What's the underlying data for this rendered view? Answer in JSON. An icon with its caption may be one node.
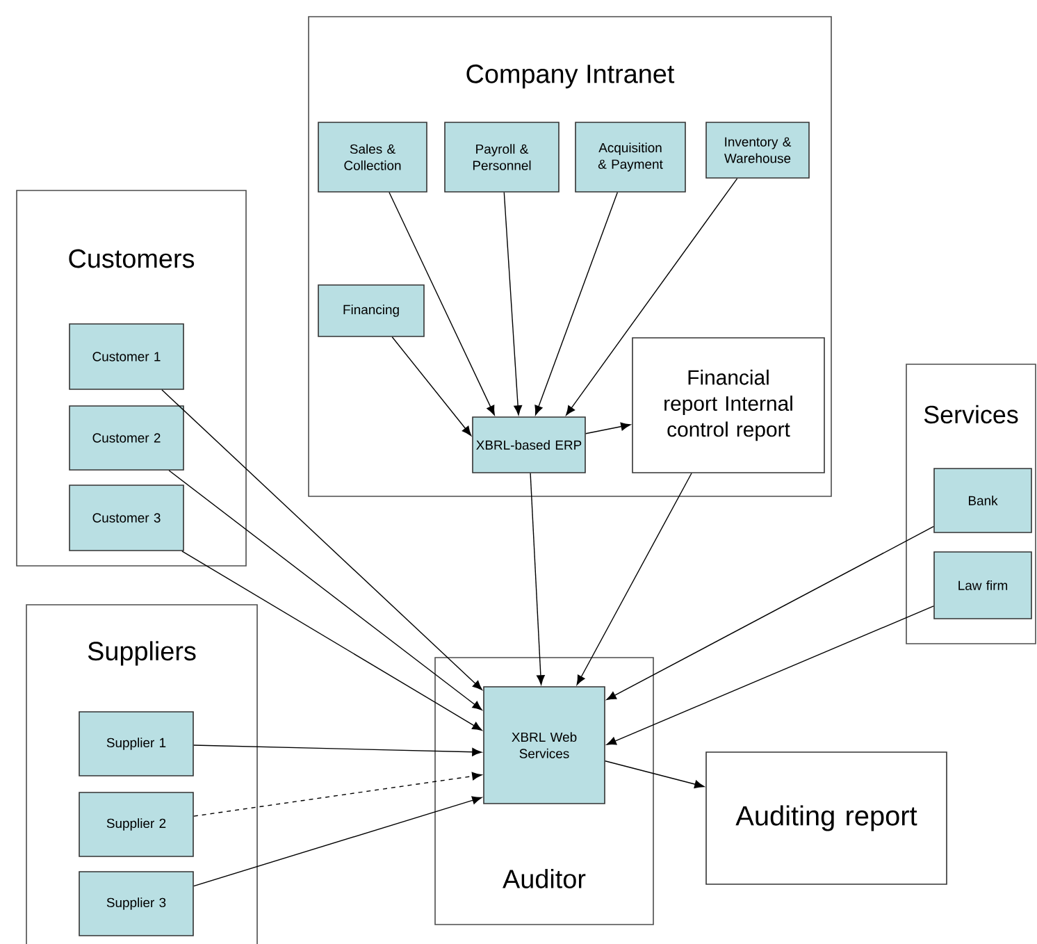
{
  "diagram": {
    "nodes": [
      {
        "text": [
          "Company Intranet"
        ]
      },
      {
        "text": [
          "Sales & Collection"
        ],
        "in": 0
      },
      {
        "text": [
          "Payroll & Personnel"
        ],
        "in": 0
      },
      {
        "text": [
          "Acquisition & Payment"
        ],
        "in": 0
      },
      {
        "text": [
          "Inventory & Warehouse"
        ],
        "in": 0
      },
      {
        "text": [
          "Financing"
        ],
        "in": 0
      },
      {
        "text": [
          "XBRL-based ERP"
        ],
        "in": 0
      },
      {
        "text": [
          "Financial report Internal control report"
        ],
        "in": 0
      },
      {
        "text": [
          "Customers"
        ]
      },
      {
        "text": [
          "Customer 1"
        ],
        "in": 8
      },
      {
        "text": [
          "Customer 2"
        ],
        "in": 8
      },
      {
        "text": [
          "Customer 3"
        ],
        "in": 8
      },
      {
        "text": [
          "Suppliers"
        ]
      },
      {
        "text": [
          "Supplier  1"
        ],
        "in": 12
      },
      {
        "text": [
          "Supplier 2"
        ],
        "in": 12
      },
      {
        "text": [
          "Supplier 3"
        ],
        "in": 12
      },
      {
        "text": [
          "Services"
        ]
      },
      {
        "text": [
          "Bank"
        ],
        "in": 16
      },
      {
        "text": [
          "Law firm"
        ],
        "in": 16
      },
      {
        "text": [
          "Auditor"
        ]
      },
      {
        "text": [
          "XBRL Web Services"
        ],
        "in": 19
      },
      {
        "text": [
          "Auditing report"
        ]
      }
    ],
    "edges": [
      {
        "from": 1,
        "to": 6,
        "arrow": "to"
      },
      {
        "from": 2,
        "to": 6,
        "arrow": "to"
      },
      {
        "from": 3,
        "to": 6,
        "arrow": "to"
      },
      {
        "from": 4,
        "to": 6,
        "arrow": "to"
      },
      {
        "from": 5,
        "to": 6,
        "arrow": "to"
      },
      {
        "from": 6,
        "to": 7,
        "arrow": "to"
      },
      {
        "from": 6,
        "to": 20,
        "arrow": "to"
      },
      {
        "from": 7,
        "to": 20,
        "arrow": "to"
      },
      {
        "from": 9,
        "to": 20,
        "arrow": "to"
      },
      {
        "from": 10,
        "to": 20,
        "arrow": "to"
      },
      {
        "from": 11,
        "to": 20,
        "arrow": "to"
      },
      {
        "from": 13,
        "to": 20,
        "arrow": "to"
      },
      {
        "from": 14,
        "to": 20,
        "arrow": "to",
        "style": "dashed"
      },
      {
        "from": 15,
        "to": 20,
        "arrow": "to"
      },
      {
        "from": 17,
        "to": 20,
        "arrow": "to"
      },
      {
        "from": 18,
        "to": 20,
        "arrow": "to"
      },
      {
        "from": 20,
        "to": 21,
        "arrow": "to"
      }
    ]
  }
}
